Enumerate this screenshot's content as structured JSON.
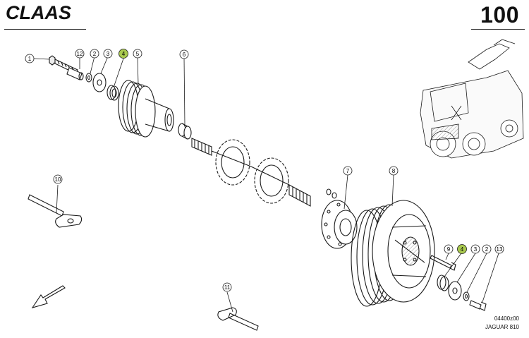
{
  "header": {
    "logo_text": "CLAAS",
    "page_number": "100"
  },
  "footer": {
    "drawing_number": "04400z00",
    "model": "JAGUAR 810"
  },
  "callouts": [
    {
      "id": "c1",
      "label": "1",
      "highlight": false
    },
    {
      "id": "c12a",
      "label": "12",
      "highlight": false
    },
    {
      "id": "c2a",
      "label": "2",
      "highlight": false
    },
    {
      "id": "c3a",
      "label": "3",
      "highlight": false
    },
    {
      "id": "c4a",
      "label": "4",
      "highlight": true
    },
    {
      "id": "c5",
      "label": "5",
      "highlight": false
    },
    {
      "id": "c6",
      "label": "6",
      "highlight": false
    },
    {
      "id": "c10",
      "label": "10",
      "highlight": false
    },
    {
      "id": "c7",
      "label": "7",
      "highlight": false
    },
    {
      "id": "c8",
      "label": "8",
      "highlight": false
    },
    {
      "id": "c9",
      "label": "9",
      "highlight": false
    },
    {
      "id": "c4b",
      "label": "4",
      "highlight": true
    },
    {
      "id": "c3b",
      "label": "3",
      "highlight": false
    },
    {
      "id": "c2b",
      "label": "2",
      "highlight": false
    },
    {
      "id": "c13",
      "label": "13",
      "highlight": false
    },
    {
      "id": "c11",
      "label": "11",
      "highlight": false
    }
  ],
  "colors": {
    "highlight": "#a9c94f",
    "line": "#1a1a1a"
  }
}
